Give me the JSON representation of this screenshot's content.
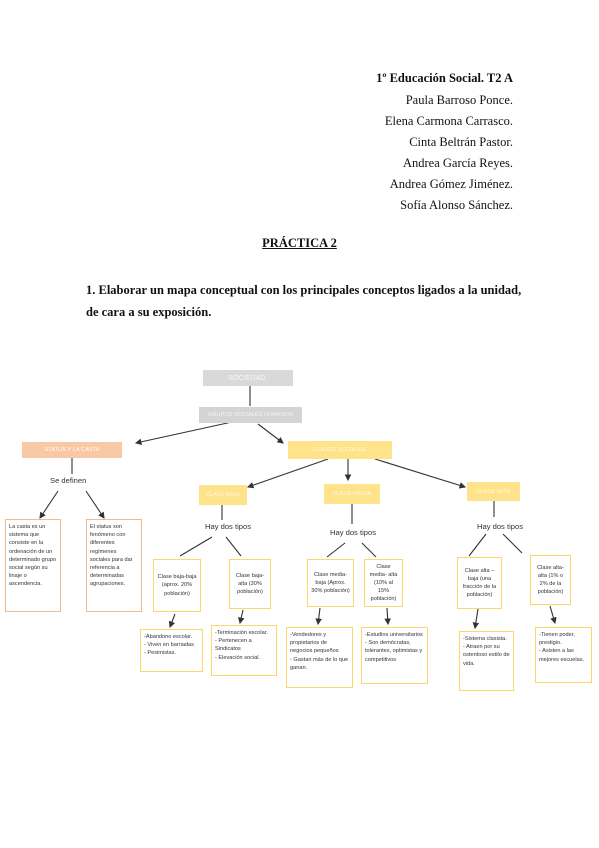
{
  "header": {
    "title": "1º Educación Social. T2 A",
    "authors": [
      "Paula Barroso Ponce.",
      "Elena Carmona Carrasco.",
      "Cinta Beltrán Pastor.",
      "Andrea García Reyes.",
      "Andrea Gómez Jiménez.",
      "Sofía Alonso Sánchez."
    ]
  },
  "practice_title": "PRÁCTICA 2",
  "instruction": "1. Elaborar un mapa conceptual con los principales conceptos ligados a la unidad, de cara a su exposición.",
  "concept_map": {
    "root": "SOCIEDAD.",
    "level2": "GRUPOS SOCIALES HUMANOS",
    "status_node": "STATUS Y LA CASTA",
    "status_link": "Se definen",
    "casta_def": "La casta es un sistema que consiste en la ordenación de un determinado grupo social según su linaje o ascendencia.",
    "status_def": "El status son fenómeno con diferentes regímenes sociales para dar referencia a determinadas agrupaciones.",
    "clases_node": "CLASES SOCIALES",
    "types_link": "Hay dos tipos",
    "clase_baja": {
      "title": "CLASE BAJA",
      "sub1": "Clase baja-baja (aprox. 20% población)",
      "sub2": "Clase baja-alta (30% población)",
      "desc1": "-Abandono escolar.\n- Viven en barriadas\n- Pesimistas.",
      "desc2": "-Terminación escolar.\n- Pertenecen a Sindicatos\n- Elevación social."
    },
    "clase_media": {
      "title": "CLASE MEDIA",
      "sub1": "Clase media-baja (Aprox. 30% población)",
      "sub2": "Clase media- alta (10% al 15% población)",
      "desc1": "-Vendedores y propietarios de negocios pequeños\n- Gastan más de lo que ganan.",
      "desc2": "-Estudios universitarios\n- Son demócratas, tolerantes, optimistas y competitivos"
    },
    "clase_alta": {
      "title": "CLASE ALTA",
      "sub1": "Clase alta – baja (una fracción de la población)",
      "sub2": "Clase alta-alta (1% o 2% de la población)",
      "desc1": "-Sistema clasista.\n- Atraen por su ostentoso estilo de vida.",
      "desc2": "-Tienen poder, prestigio.\n- Asisten a las mejores escuelas."
    }
  },
  "colors": {
    "gray": "#d9d9d9",
    "orange": "#f8c9a4",
    "yellow": "#ffe38a",
    "box_border": "#ffd66b",
    "arrow": "#333333"
  }
}
